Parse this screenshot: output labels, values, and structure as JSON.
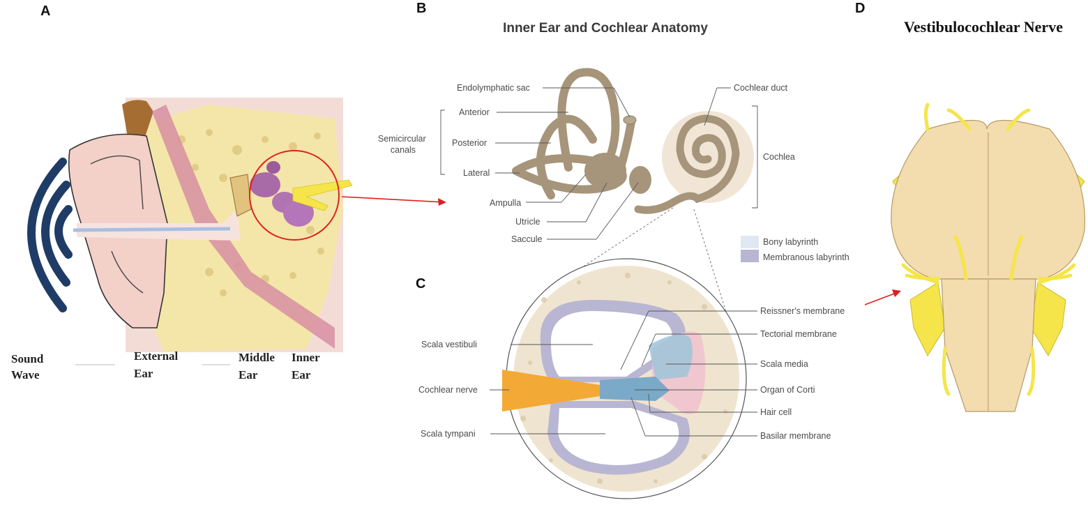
{
  "panels": {
    "a": {
      "letter": "A"
    },
    "b": {
      "letter": "B",
      "title": "Inner Ear and Cochlear Anatomy"
    },
    "c": {
      "letter": "C"
    },
    "d": {
      "letter": "D",
      "title": "Vestibulocochlear Nerve"
    }
  },
  "ear_labels": {
    "sound_wave": [
      "Sound",
      "Wave"
    ],
    "external_ear": [
      "External",
      "Ear"
    ],
    "middle_ear": [
      "Middle",
      "Ear"
    ],
    "inner_ear": [
      "Inner",
      "Ear"
    ]
  },
  "inner_ear_labels": {
    "endolymphatic_sac": "Endolymphatic sac",
    "anterior": "Anterior",
    "semicircular_canals": [
      "Semicircular",
      "canals"
    ],
    "posterior": "Posterior",
    "lateral": "Lateral",
    "ampulla": "Ampulla",
    "utricle": "Utricle",
    "saccule": "Saccule",
    "cochlear_duct": "Cochlear duct",
    "cochlea": "Cochlea"
  },
  "legend": {
    "bony": {
      "label": "Bony labyrinth",
      "color": "#dfe8f3"
    },
    "membranous": {
      "label": "Membranous labyrinth",
      "color": "#b9b6d3"
    }
  },
  "cochlea_labels": {
    "scala_vestibuli": "Scala vestibuli",
    "cochlear_nerve": "Cochlear nerve",
    "scala_tympani": "Scala tympani",
    "reissners_membrane": "Reissner's membrane",
    "tectorial_membrane": "Tectorial membrane",
    "scala_media": "Scala media",
    "organ_of_corti": "Organ of Corti",
    "hair_cell": "Hair cell",
    "basilar_membrane": "Basilar membrane"
  },
  "colors": {
    "arrow": "#e02020",
    "wave": "#1f3c66",
    "nerve_yellow": "#f5e54a",
    "brain_tan": "#f3dcae",
    "labyrinth": "#a6957a"
  }
}
